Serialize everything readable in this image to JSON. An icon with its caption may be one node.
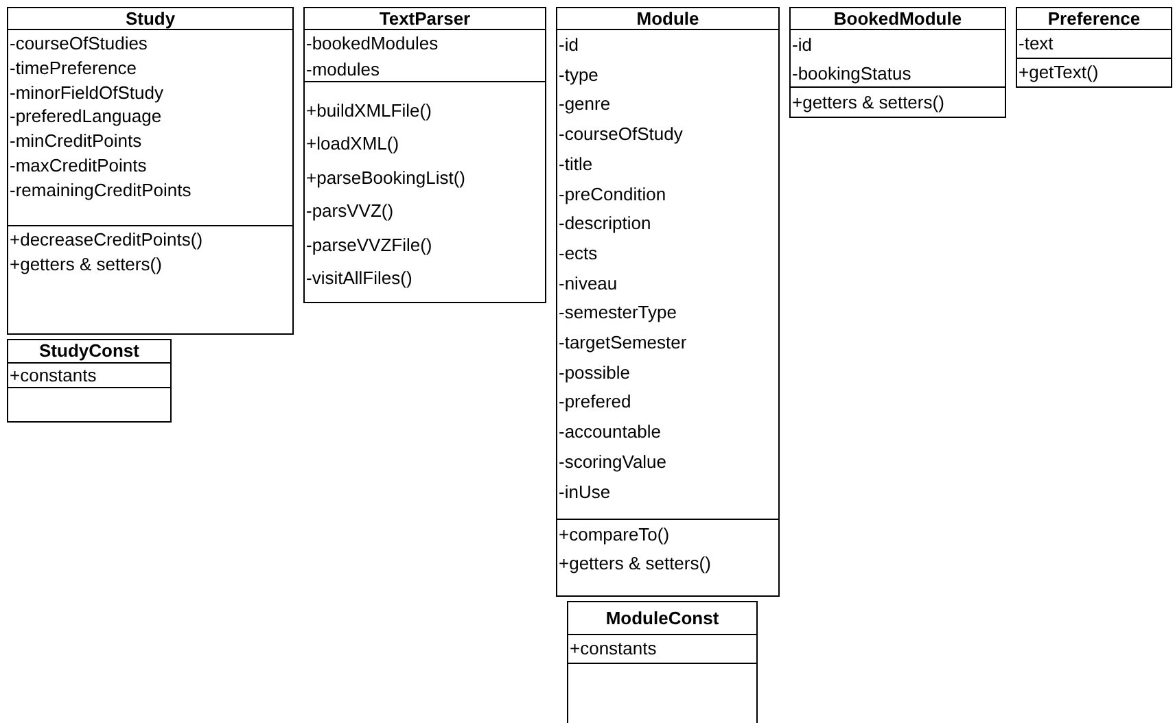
{
  "diagram": {
    "nodes": [
      {
        "text": [
          "Study"
        ]
      },
      {
        "text": [
          "-courseOfStudies",
          "-timePreference",
          "-minorFieldOfStudy",
          "-preferedLanguage",
          "-minCreditPoints",
          "-maxCreditPoints",
          "-remainingCreditPoints"
        ],
        "in": 0
      },
      {
        "text": [
          "+decreaseCreditPoints()",
          "+getters & setters()"
        ],
        "in": 0
      },
      {
        "text": [
          "TextParser"
        ]
      },
      {
        "text": [
          "-bookedModules",
          "-modules"
        ],
        "in": 3
      },
      {
        "text": [
          "+buildXMLFile()",
          "+loadXML()",
          "+parseBookingList()",
          "-parsVVZ()",
          "-parseVVZFile()",
          "-visitAllFiles()"
        ],
        "in": 3
      },
      {
        "text": [
          "Module"
        ]
      },
      {
        "text": [
          "-id",
          "-type",
          "-genre",
          "-courseOfStudy",
          "-title",
          "-preCondition",
          "-description",
          "-ects",
          "-niveau",
          "-semesterType",
          "-targetSemester",
          "-possible",
          "-prefered",
          "-accountable",
          "-scoringValue",
          "-inUse"
        ],
        "in": 6
      },
      {
        "text": [
          "+compareTo()",
          "+getters & setters()"
        ],
        "in": 6
      },
      {
        "text": [
          "BookedModule"
        ]
      },
      {
        "text": [
          "-id",
          "-bookingStatus"
        ],
        "in": 9
      },
      {
        "text": [
          "+getters & setters()"
        ],
        "in": 9
      },
      {
        "text": [
          "Preference"
        ]
      },
      {
        "text": [
          "-text"
        ],
        "in": 12
      },
      {
        "text": [
          "+getText()"
        ],
        "in": 12
      },
      {
        "text": [
          "StudyConst"
        ]
      },
      {
        "text": [
          "+constants"
        ],
        "in": 15
      },
      {
        "text": [],
        "shape": "box",
        "in": 15
      },
      {
        "text": [
          "ModuleConst"
        ]
      },
      {
        "text": [
          "+constants"
        ],
        "in": 18
      },
      {
        "text": [],
        "shape": "box",
        "in": 18
      }
    ]
  }
}
